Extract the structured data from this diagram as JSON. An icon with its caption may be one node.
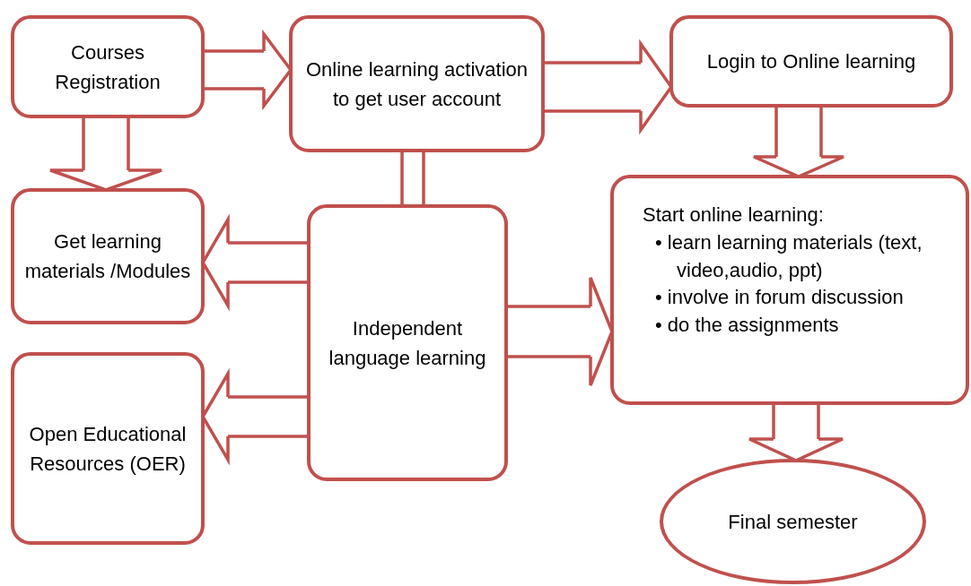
{
  "diagram": {
    "nodes": [
      {
        "text": [
          "Courses Registration"
        ]
      },
      {
        "text": [
          "Online learning activation to get user account"
        ]
      },
      {
        "text": [
          "Login to Online learning"
        ]
      },
      {
        "text": [
          "Get learning materials /Modules"
        ]
      },
      {
        "text": [
          "Independent language learning"
        ]
      },
      {
        "text": [
          "Start online learning:",
          "• learn learning materials (text, video,audio, ppt)",
          "• involve in forum discussion",
          "• do the assignments"
        ]
      },
      {
        "text": [
          "Open Educational Resources (OER)"
        ]
      },
      {
        "text": [
          "Final semester"
        ]
      }
    ],
    "edges": [
      {
        "from": 0,
        "to": 1,
        "arrow": "to"
      },
      {
        "from": 1,
        "to": 2,
        "arrow": "to"
      },
      {
        "from": 0,
        "to": 3,
        "arrow": "to"
      },
      {
        "from": 1,
        "to": 4,
        "arrow": "none"
      },
      {
        "from": 2,
        "to": 5,
        "arrow": "to"
      },
      {
        "from": 4,
        "to": 3,
        "arrow": "to"
      },
      {
        "from": 4,
        "to": 6,
        "arrow": "to"
      },
      {
        "from": 4,
        "to": 5,
        "arrow": "to"
      },
      {
        "from": 5,
        "to": 7,
        "arrow": "to"
      }
    ]
  }
}
